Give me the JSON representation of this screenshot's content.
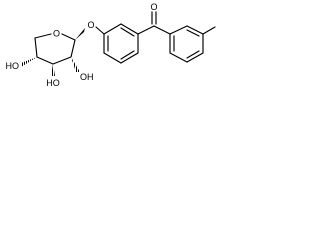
{
  "diagram": {
    "labels": {
      "ring_oxygen": "O",
      "glycosidic_oxygen": "O",
      "carbonyl_oxygen": "O",
      "hydroxyl_left": "HO",
      "hydroxyl_bottom_left": "HO",
      "hydroxyl_bottom_right": "OH"
    }
  }
}
